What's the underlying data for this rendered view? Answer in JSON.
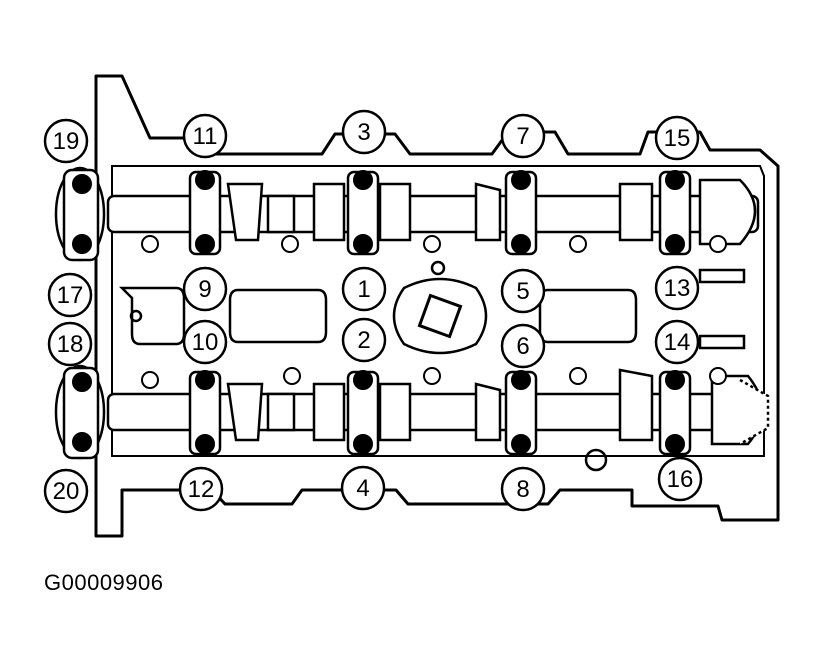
{
  "figure_id": "G00009906",
  "callouts": [
    {
      "id": "19"
    },
    {
      "id": "11"
    },
    {
      "id": "3"
    },
    {
      "id": "7"
    },
    {
      "id": "15"
    },
    {
      "id": "17"
    },
    {
      "id": "9"
    },
    {
      "id": "1"
    },
    {
      "id": "5"
    },
    {
      "id": "13"
    },
    {
      "id": "18"
    },
    {
      "id": "10"
    },
    {
      "id": "2"
    },
    {
      "id": "6"
    },
    {
      "id": "14"
    },
    {
      "id": "20"
    },
    {
      "id": "12"
    },
    {
      "id": "4"
    },
    {
      "id": "8"
    },
    {
      "id": "16"
    }
  ],
  "colors": {
    "ink": "#000000",
    "paper": "#ffffff"
  }
}
